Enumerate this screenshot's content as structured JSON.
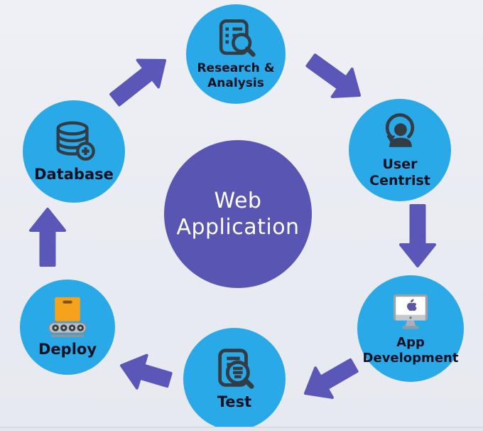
{
  "diagram": {
    "center": {
      "lines": [
        "Web",
        "Application"
      ]
    },
    "nodes": [
      {
        "id": "research-analysis",
        "lines": [
          "Research &",
          "Analysis"
        ],
        "icon": "document-magnifier-icon"
      },
      {
        "id": "user-centrist",
        "lines": [
          "User",
          "Centrist"
        ],
        "icon": "user-loop-icon"
      },
      {
        "id": "app-development",
        "lines": [
          "App",
          "Development"
        ],
        "icon": "imac-apple-icon"
      },
      {
        "id": "test",
        "lines": [
          "Test"
        ],
        "icon": "document-list-magnifier-icon"
      },
      {
        "id": "deploy",
        "lines": [
          "Deploy"
        ],
        "icon": "conveyor-box-icon"
      },
      {
        "id": "database",
        "lines": [
          "Database"
        ],
        "icon": "database-add-icon"
      }
    ],
    "edges": [
      {
        "from": "Database",
        "to": "Research & Analysis"
      },
      {
        "from": "Research & Analysis",
        "to": "User Centrist"
      },
      {
        "from": "User Centrist",
        "to": "App Development"
      },
      {
        "from": "App Development",
        "to": "Test"
      },
      {
        "from": "Test",
        "to": "Deploy"
      },
      {
        "from": "Deploy",
        "to": "Database"
      }
    ],
    "colors": {
      "node_fill": "#29a9e8",
      "center_fill": "#5956b3",
      "arrow": "#5a57b8",
      "icon_dark": "#333b44",
      "label": "#101223",
      "background": "#eaecf2",
      "box_orange": "#f6a21c"
    }
  }
}
